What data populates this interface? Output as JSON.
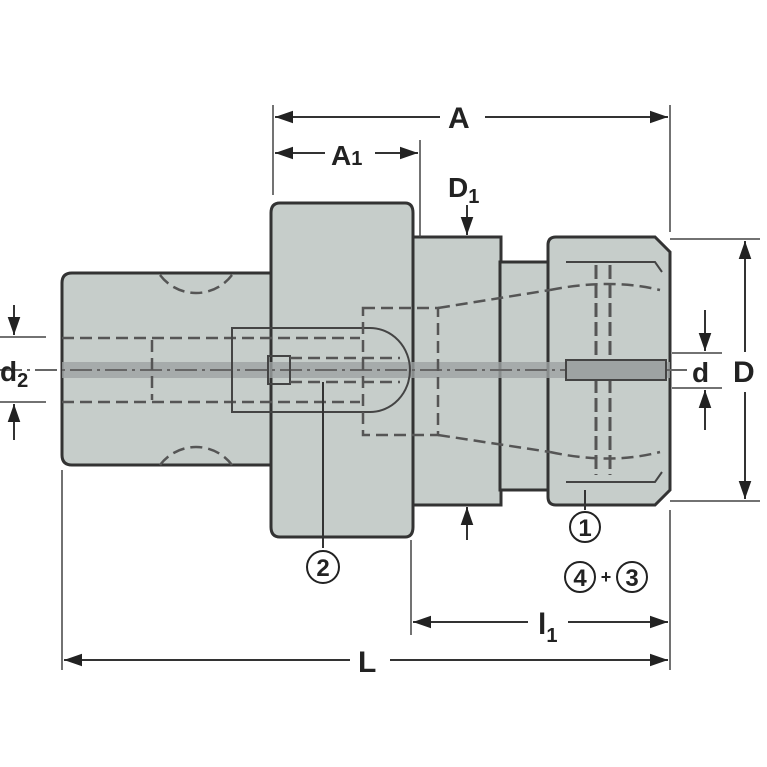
{
  "drawing": {
    "colors": {
      "body": "#c6cdca",
      "outline": "#333333",
      "centerline_band": "#9ea3a3"
    },
    "dimensions": {
      "A": {
        "main": "A"
      },
      "A1": {
        "main": "A",
        "sub": "1"
      },
      "D1": {
        "main": "D",
        "sub": "1"
      },
      "D": {
        "main": "D"
      },
      "d": {
        "main": "d"
      },
      "d2": {
        "main": "d",
        "sub": "2"
      },
      "L": {
        "main": "L"
      },
      "l1": {
        "main": "l",
        "sub": "1"
      }
    },
    "callouts": {
      "c1": "1",
      "c2": "2",
      "c3": "3",
      "c4": "4",
      "plus": "+"
    }
  }
}
